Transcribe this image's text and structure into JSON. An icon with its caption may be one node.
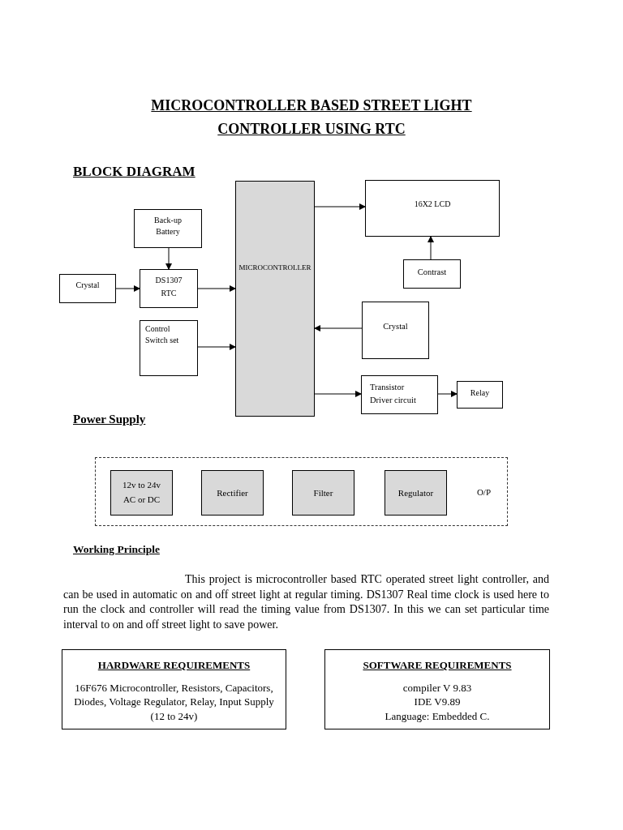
{
  "diagram": {
    "title": "MICROCONTROLLER BASED STREET LIGHT CONTROLLER USING RTC",
    "nodes": [
      {
        "text": [
          "Back-up Battery"
        ]
      },
      {
        "text": [
          "Crystal"
        ]
      },
      {
        "text": [
          "DS1307 RTC"
        ]
      },
      {
        "text": [
          "Control Switch set"
        ]
      },
      {
        "text": [
          "MICROCONTROLLER"
        ]
      },
      {
        "text": [
          "16X2 LCD"
        ]
      },
      {
        "text": [
          "Contrast"
        ]
      },
      {
        "text": [
          "Crystal"
        ]
      },
      {
        "text": [
          "Transistor Driver circuit"
        ]
      },
      {
        "text": [
          "Relay"
        ]
      },
      {
        "text": [
          "O/P"
        ]
      },
      {
        "text": [
          "12v to 24v AC or DC"
        ],
        "in": 10
      },
      {
        "text": [
          "Rectifier"
        ],
        "in": 10
      },
      {
        "text": [
          "Filter"
        ],
        "in": 10
      },
      {
        "text": [
          "Regulator"
        ],
        "in": 10
      },
      {
        "text": [
          "HARDWARE REQUIREMENTS",
          "16F676 Microcontroller, Resistors, Capacitors, Diodes, Voltage Regulator, Relay, Input Supply (12 to 24v)"
        ]
      },
      {
        "text": [
          "SOFTWARE REQUIREMENTS",
          "compiler V 9.83",
          "IDE V9.89",
          "Language: Embedded C."
        ]
      }
    ],
    "edges": [
      {
        "from": 0,
        "to": 2,
        "arrow": "to"
      },
      {
        "from": 1,
        "to": 2,
        "arrow": "to"
      },
      {
        "from": 2,
        "to": 4,
        "arrow": "to"
      },
      {
        "from": 3,
        "to": 4,
        "arrow": "to"
      },
      {
        "from": 4,
        "to": 5,
        "arrow": "to"
      },
      {
        "from": 6,
        "to": 5,
        "arrow": "to"
      },
      {
        "from": 7,
        "to": 4,
        "arrow": "to"
      },
      {
        "from": 4,
        "to": 8,
        "arrow": "to"
      },
      {
        "from": 8,
        "to": 9,
        "arrow": "to"
      }
    ],
    "labels": [
      "BLOCK DIAGRAM",
      "Power Supply",
      "Working Principle",
      "This project is microcontroller based RTC operated street light controller, and can be used in automatic on and off street light at regular timing. DS1307 Real time clock is used here to run the clock and controller will read the timing value from DS1307. In this we can set particular time interval to on and off street light to save power."
    ]
  }
}
